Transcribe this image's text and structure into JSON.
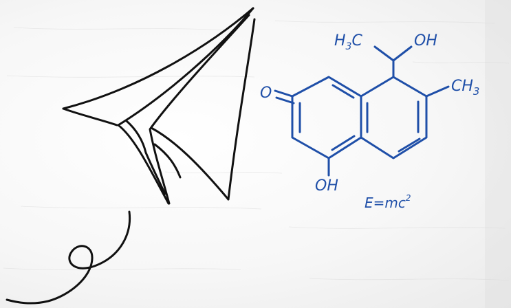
{
  "scene": {
    "paper_color": "#f6f6f6",
    "pencil_ink_color": "#111111",
    "chem_ink_color": "#1f4fa8"
  },
  "sketch": {
    "airplane_icon": "paper-airplane",
    "trail_icon": "loop-trail"
  },
  "molecule": {
    "ketone_o": "O",
    "methyl_label": "CH3",
    "h3c_prefix": "H",
    "h3c_sub": "3",
    "h3c_suffix": "C",
    "hydroxyl_top": "OH",
    "ch_label": "CH",
    "ch_sub": "3",
    "hydroxyl_bottom": "OH"
  },
  "equation": {
    "main": "E=mc",
    "sup": "2"
  }
}
